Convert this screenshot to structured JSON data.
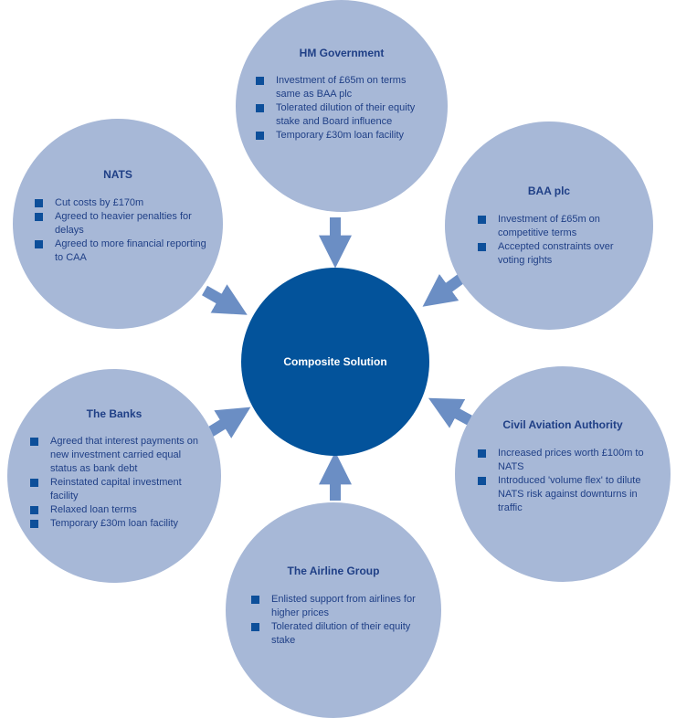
{
  "diagram": {
    "center_label": "Composite Solution",
    "accent_color": "#03539b",
    "circle_color": "#a7b8d7",
    "text_color": "#1f3f86",
    "hm_government": {
      "title": "HM Government",
      "items": [
        "Investment of £65m on terms same as BAA plc",
        "Tolerated dilution of their equity stake and Board influence",
        "Temporary £30m loan facility"
      ]
    },
    "nats": {
      "title": "NATS",
      "items": [
        "Cut costs by £170m",
        "Agreed to heavier penalties for delays",
        "Agreed to more financial reporting to CAA"
      ]
    },
    "baa": {
      "title": "BAA plc",
      "items": [
        "Investment of £65m on competitive terms",
        "Accepted constraints over voting rights"
      ]
    },
    "banks": {
      "title": "The Banks",
      "items": [
        "Agreed that interest payments on new investment carried equal status as bank debt",
        "Reinstated capital investment facility",
        "Relaxed loan terms",
        "Temporary £30m loan facility"
      ]
    },
    "caa": {
      "title": "Civil Aviation Authority",
      "items": [
        "Increased prices worth £100m to NATS",
        "Introduced 'volume flex' to dilute NATS risk against downturns in traffic"
      ]
    },
    "airline_group": {
      "title": "The Airline Group",
      "items": [
        "Enlisted support from airlines for higher prices",
        "Tolerated dilution of their equity stake"
      ]
    }
  }
}
